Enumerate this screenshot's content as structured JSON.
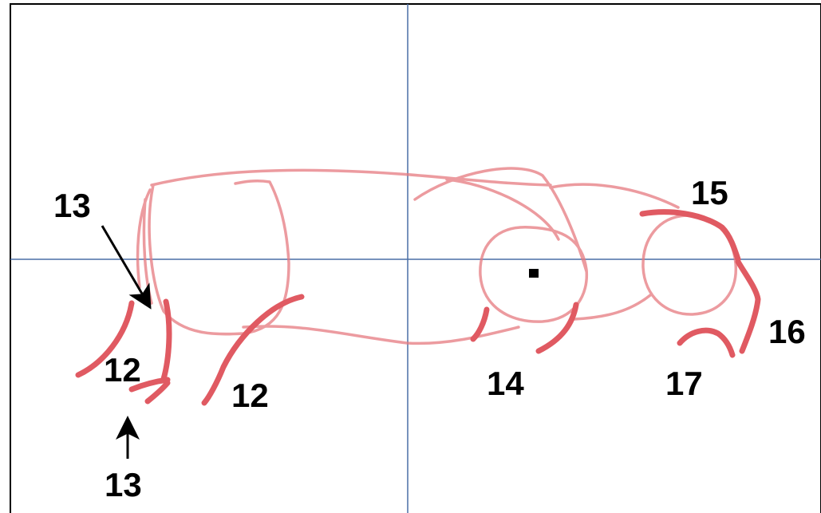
{
  "labels": {
    "label_13_top": "13",
    "label_12_front_leg": "12",
    "label_12_hind_leg": "12",
    "label_13_bottom": "13",
    "label_14": "14",
    "label_15": "15",
    "label_16": "16",
    "label_17": "17"
  },
  "colors": {
    "sketch": "#e67a80",
    "sketch_heavy": "#e05a62",
    "grid_line": "#4a6fa5",
    "frame": "#000000",
    "text": "#000000"
  },
  "icons": {
    "arrow_down_right": "arrow-icon",
    "arrow_up": "arrow-icon",
    "center_marker": "square-marker"
  }
}
